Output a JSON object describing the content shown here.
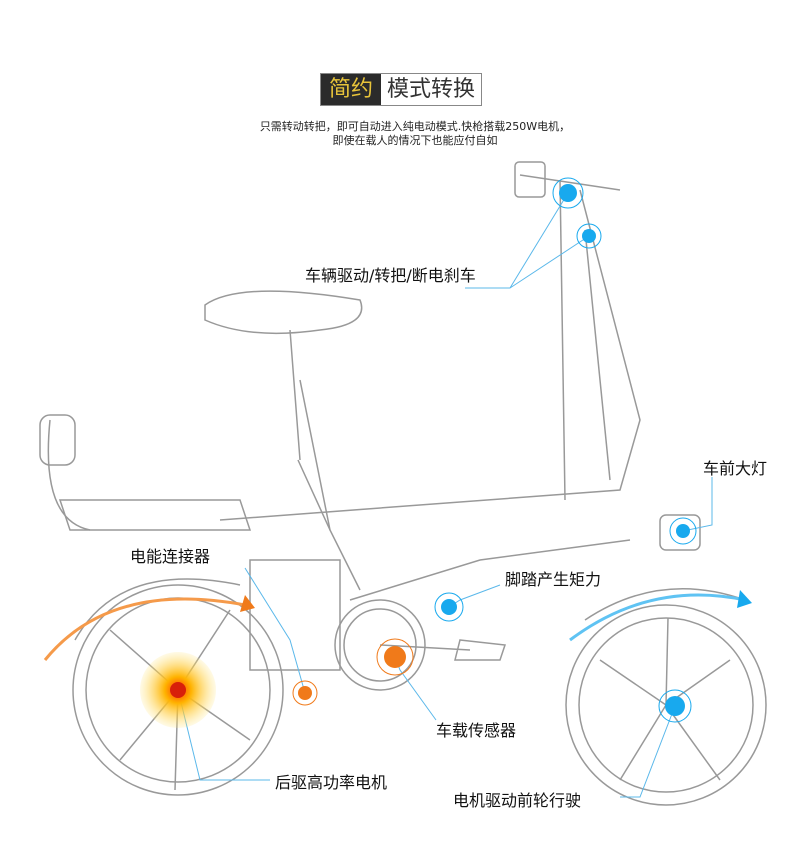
{
  "header": {
    "title_highlight": "简约",
    "title_rest": "模式转换"
  },
  "description": {
    "line1": "只需转动转把，即可自动进入纯电动模式.快枪搭载250W电机，",
    "line2": "即使在载人的情况下也能应付自如"
  },
  "callouts": {
    "handlebar": "车辆驱动/转把/断电刹车",
    "headlight": "车前大灯",
    "connector": "电能连接器",
    "pedal": "脚踏产生矩力",
    "sensor": "车载传感器",
    "rear_motor": "后驱高功率电机",
    "front_drive": "电机驱动前轮行驶"
  },
  "colors": {
    "blue_dot": "#18a9ee",
    "orange_dot": "#f07a1a",
    "title_bg": "#2b2b2b",
    "title_accent": "#e8c43a"
  }
}
